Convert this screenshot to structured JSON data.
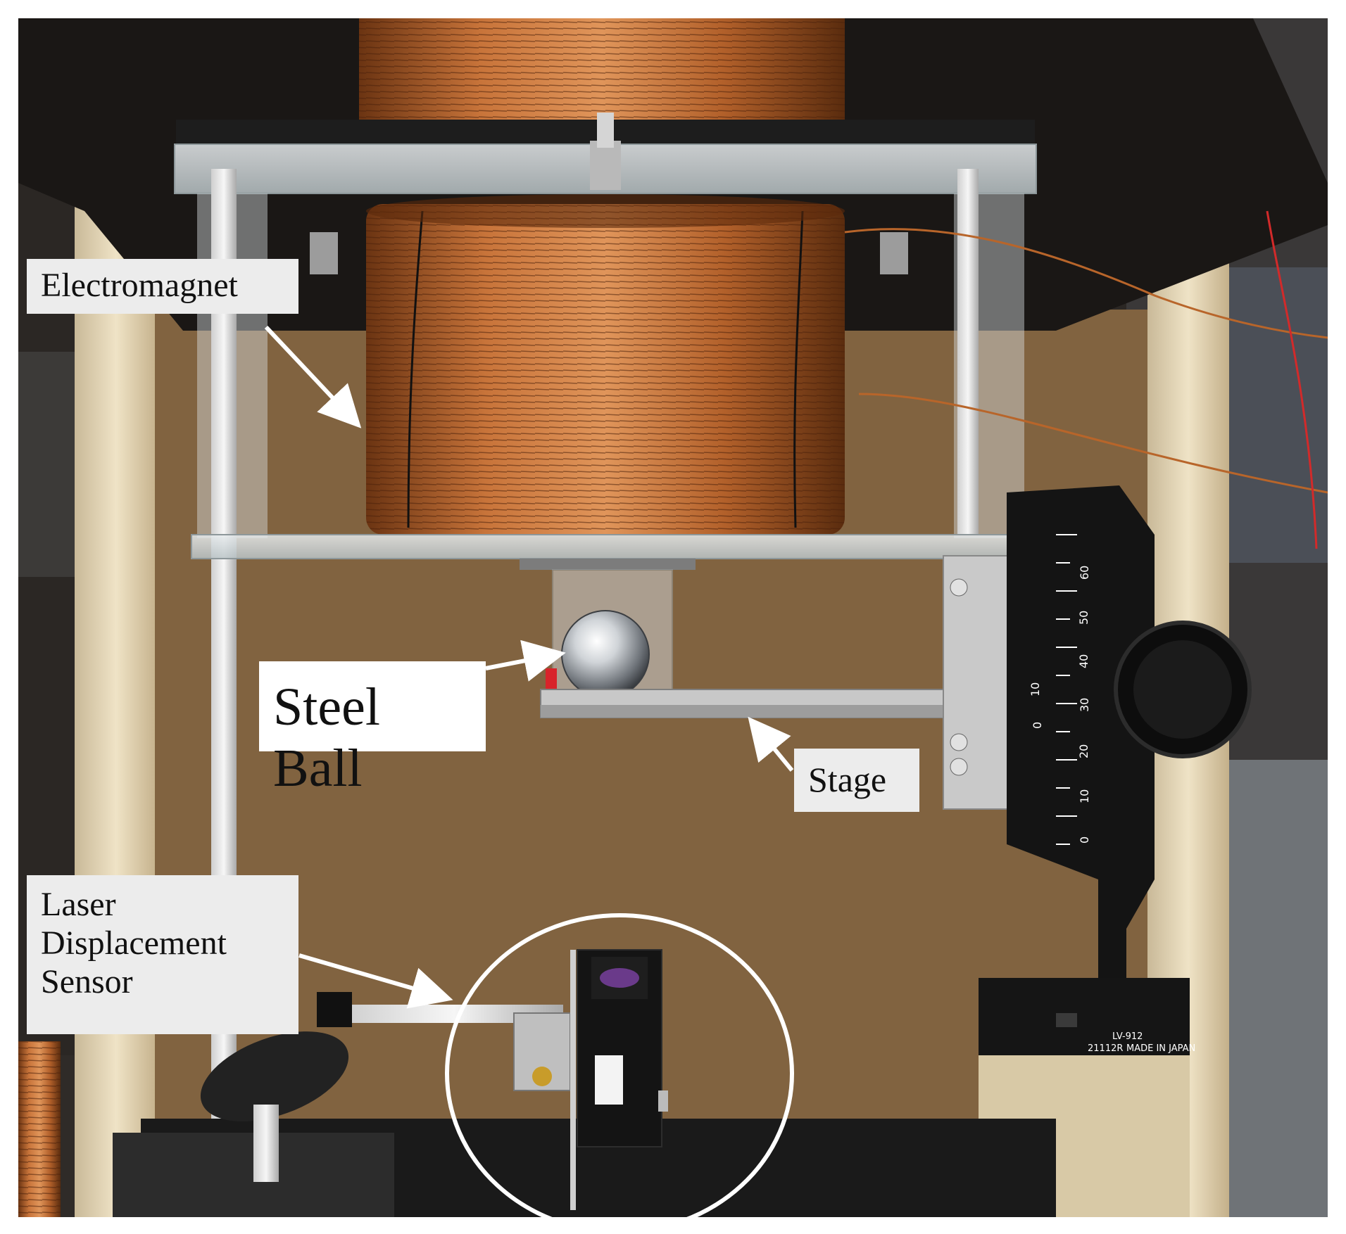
{
  "annotations": {
    "electromagnet": "Electromagnet",
    "steel_ball": "Steel Ball",
    "stage": "Stage",
    "laser_sensor": "Laser\nDisplacement\nSensor"
  },
  "scale_marks": {
    "left_column": [
      "10",
      "0",
      "30",
      "20",
      "10",
      "0"
    ],
    "right_column": [
      "60",
      "50",
      "40"
    ]
  },
  "device_label": {
    "model": "LV-912",
    "made_in": "MADE IN JAPAN",
    "code": "21112R"
  },
  "colors": {
    "background": "#ffffff",
    "label_box": "#ececec",
    "copper": "#b8652a",
    "backboard": "#8a6a45",
    "stage_black": "#141414"
  }
}
